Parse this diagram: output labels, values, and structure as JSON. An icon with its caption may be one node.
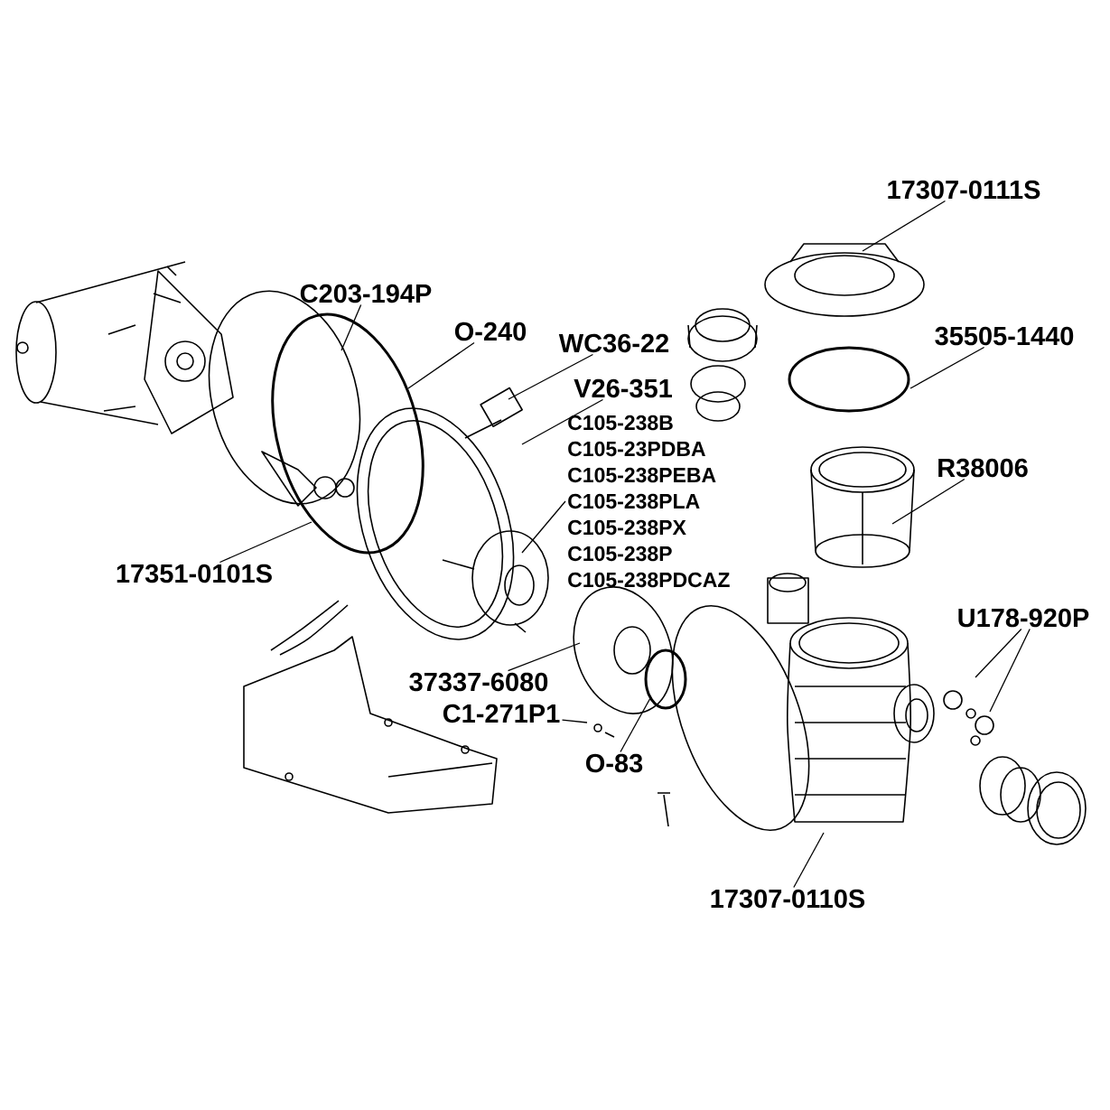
{
  "diagram": {
    "nodes": [
      {
        "text": [
          "17307-0111S"
        ]
      },
      {
        "text": [
          "C203-194P"
        ]
      },
      {
        "text": [
          "35505-1440"
        ]
      },
      {
        "text": [
          "O-240"
        ]
      },
      {
        "text": [
          "WC36-22"
        ]
      },
      {
        "text": [
          "V26-351"
        ]
      },
      {
        "text": [
          "C105-238B",
          "C105-23PDBA",
          "C105-238PEBA",
          "C105-238PLA",
          "C105-238PX",
          "C105-238P",
          "C105-238PDCAZ"
        ]
      },
      {
        "text": [
          "R38006"
        ]
      },
      {
        "text": [
          "17351-0101S"
        ]
      },
      {
        "text": [
          "U178-920P"
        ]
      },
      {
        "text": [
          "37337-6080"
        ]
      },
      {
        "text": [
          "C1-271P1"
        ]
      },
      {
        "text": [
          "O-83"
        ]
      },
      {
        "text": [
          "17307-0110S"
        ]
      }
    ],
    "edges": [
      {
        "from": 0,
        "to": null,
        "arrow": "none"
      },
      {
        "from": 1,
        "to": null,
        "arrow": "none"
      },
      {
        "from": 2,
        "to": null,
        "arrow": "none"
      },
      {
        "from": 3,
        "to": null,
        "arrow": "none"
      },
      {
        "from": 4,
        "to": null,
        "arrow": "none"
      },
      {
        "from": 5,
        "to": null,
        "arrow": "none"
      },
      {
        "from": 6,
        "to": null,
        "arrow": "none"
      },
      {
        "from": 7,
        "to": null,
        "arrow": "none"
      },
      {
        "from": 8,
        "to": null,
        "arrow": "none"
      },
      {
        "from": 9,
        "to": null,
        "arrow": "none"
      },
      {
        "from": 9,
        "to": null,
        "arrow": "none"
      },
      {
        "from": 10,
        "to": null,
        "arrow": "none"
      },
      {
        "from": 11,
        "to": null,
        "arrow": "none"
      },
      {
        "from": 12,
        "to": null,
        "arrow": "none"
      },
      {
        "from": 13,
        "to": null,
        "arrow": "none"
      }
    ]
  }
}
